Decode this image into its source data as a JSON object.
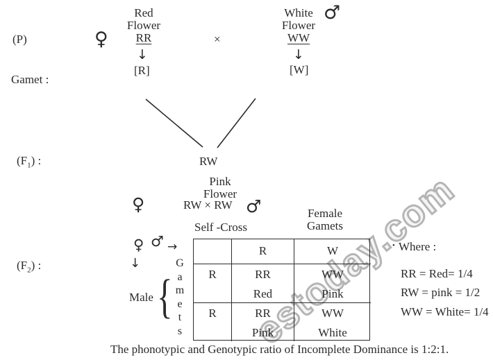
{
  "page": {
    "p_label": "(P)",
    "gamet_label": "Gamet :",
    "f1_label": {
      "prefix": "(F",
      "sub": "1",
      "suffix": ") :"
    },
    "f2_label": {
      "prefix": "(F",
      "sub": "2",
      "suffix": ") :"
    }
  },
  "symbols": {
    "female": "♀",
    "male": "♂",
    "cross": "×",
    "down_arrow": "↓",
    "right_arrow": "→",
    "brace": "{",
    "bullet": "•"
  },
  "p_row": {
    "left": {
      "line1": "Red",
      "line2": "Flower",
      "genotype": "RR",
      "gamete": "[R]"
    },
    "right": {
      "line1": "White",
      "line2": "Flower",
      "genotype": "WW",
      "gamete": "[W]"
    }
  },
  "f1_row": {
    "genotype": "RW"
  },
  "f1_cross": {
    "line1": "Pink",
    "line2": "Flower",
    "cross_line": "RW × RW",
    "self_cross_label": "Self -Cross",
    "female_gametes_line1": "Female",
    "female_gametes_line2": "Gamets"
  },
  "f2_section": {
    "male_label": "Male",
    "gamets_letters": [
      "G",
      "a",
      "m",
      "e",
      "t",
      "s"
    ],
    "punnett": {
      "col_headers": [
        "R",
        "W"
      ],
      "rows": [
        {
          "row_header": "R",
          "cells": [
            {
              "genotype": "RR",
              "phenotype": "Red"
            },
            {
              "genotype": "WW",
              "phenotype": "Pink"
            }
          ]
        },
        {
          "row_header": "R",
          "cells": [
            {
              "genotype": "RR",
              "phenotype": "Pink"
            },
            {
              "genotype": "WW",
              "phenotype": "White"
            }
          ]
        }
      ]
    }
  },
  "where": {
    "title": "Where :",
    "lines": [
      "RR = Red= 1/4",
      "RW = pink = 1/2",
      "WW = White= 1/4"
    ]
  },
  "footer": "The phonotypic and Genotypic ratio of Incomplete Dominance is 1:2:1.",
  "watermark": "estoday.com",
  "colors": {
    "ink": "#2b2b2b",
    "watermark": "#b5b5b5",
    "background": "#ffffff"
  }
}
